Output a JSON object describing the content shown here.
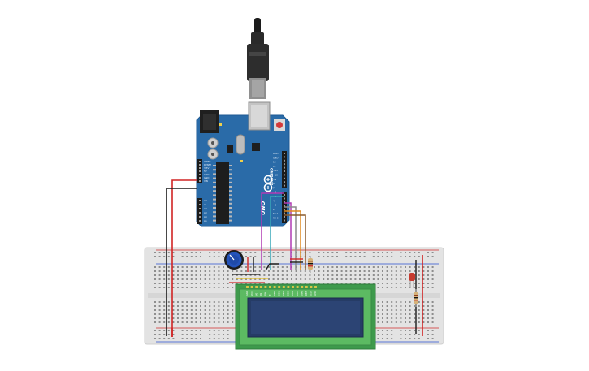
{
  "arduino": {
    "brand_label": "ARDUINO",
    "model_label": "UNO",
    "power_labels": [
      "IOREF",
      "RESET",
      "3.3V",
      "5V",
      "GND",
      "GND",
      "VIN"
    ],
    "analog_labels": [
      "A0",
      "A1",
      "A2",
      "A3",
      "A4",
      "A5"
    ],
    "digital_labels": [
      "AREF",
      "GND",
      "13",
      "12",
      "~11",
      "~10",
      "~9",
      "8",
      "7",
      "~6",
      "~5",
      "4",
      "~3",
      "2",
      "TX 1",
      "RX 0"
    ]
  },
  "lcd": {
    "pin_labels": [
      "GND",
      "VCC",
      "V0",
      "RS",
      "RW",
      "E",
      "DB0",
      "DB1",
      "DB2",
      "DB3",
      "DB4",
      "DB5",
      "DB6",
      "DB7",
      "LED",
      "LED"
    ]
  },
  "colors": {
    "board": "#2a6ba8",
    "board_dark": "#1f5a93",
    "breadboard": "#e3e3e3",
    "rail_red": "#d22b2b",
    "rail_blue": "#2b4fd2",
    "lcd_pcb": "#3e9a4c",
    "lcd_screen": "#263c66",
    "wire_red": "#d12424",
    "wire_black": "#1b1b1b",
    "wire_magenta": "#b13ab4",
    "wire_cyan": "#37a7b8",
    "wire_orange": "#e08a1f",
    "wire_brown": "#8a5a2b",
    "wire_gray": "#8b8b8b",
    "wire_yellow": "#e6c01c",
    "pot_blue": "#2453b9",
    "led_red": "#c63a2f"
  },
  "icons": [
    "usb-cable-icon",
    "usb-port-icon",
    "dc-jack-icon",
    "reset-button-icon",
    "arduino-logo-icon",
    "potentiometer-icon",
    "led-icon",
    "resistor-icon"
  ]
}
